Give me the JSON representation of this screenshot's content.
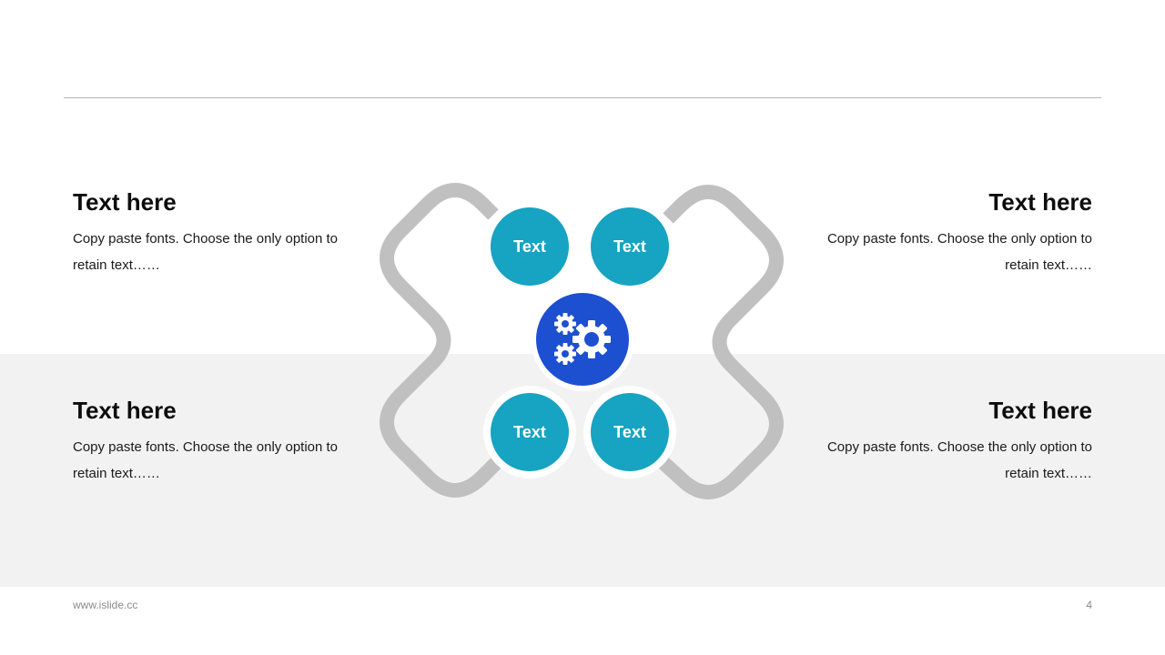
{
  "blocks": [
    {
      "title": "Text here",
      "body": "Copy paste fonts. Choose the only option to retain text……"
    },
    {
      "title": "Text here",
      "body": "Copy paste fonts. Choose the only option to retain text……"
    },
    {
      "title": "Text here",
      "body": "Copy paste fonts. Choose the only option to retain text……"
    },
    {
      "title": "Text here",
      "body": "Copy paste fonts. Choose the only option to retain text……"
    }
  ],
  "diagram": {
    "nodes": [
      "Text",
      "Text",
      "Text",
      "Text"
    ],
    "center_icon": "gears-icon"
  },
  "colors": {
    "node": "#17a3c2",
    "center": "#1d4fd1",
    "connector": "#c0c0c0",
    "band": "#f2f2f2"
  },
  "footer": {
    "url": "www.islide.cc",
    "page": "4"
  }
}
